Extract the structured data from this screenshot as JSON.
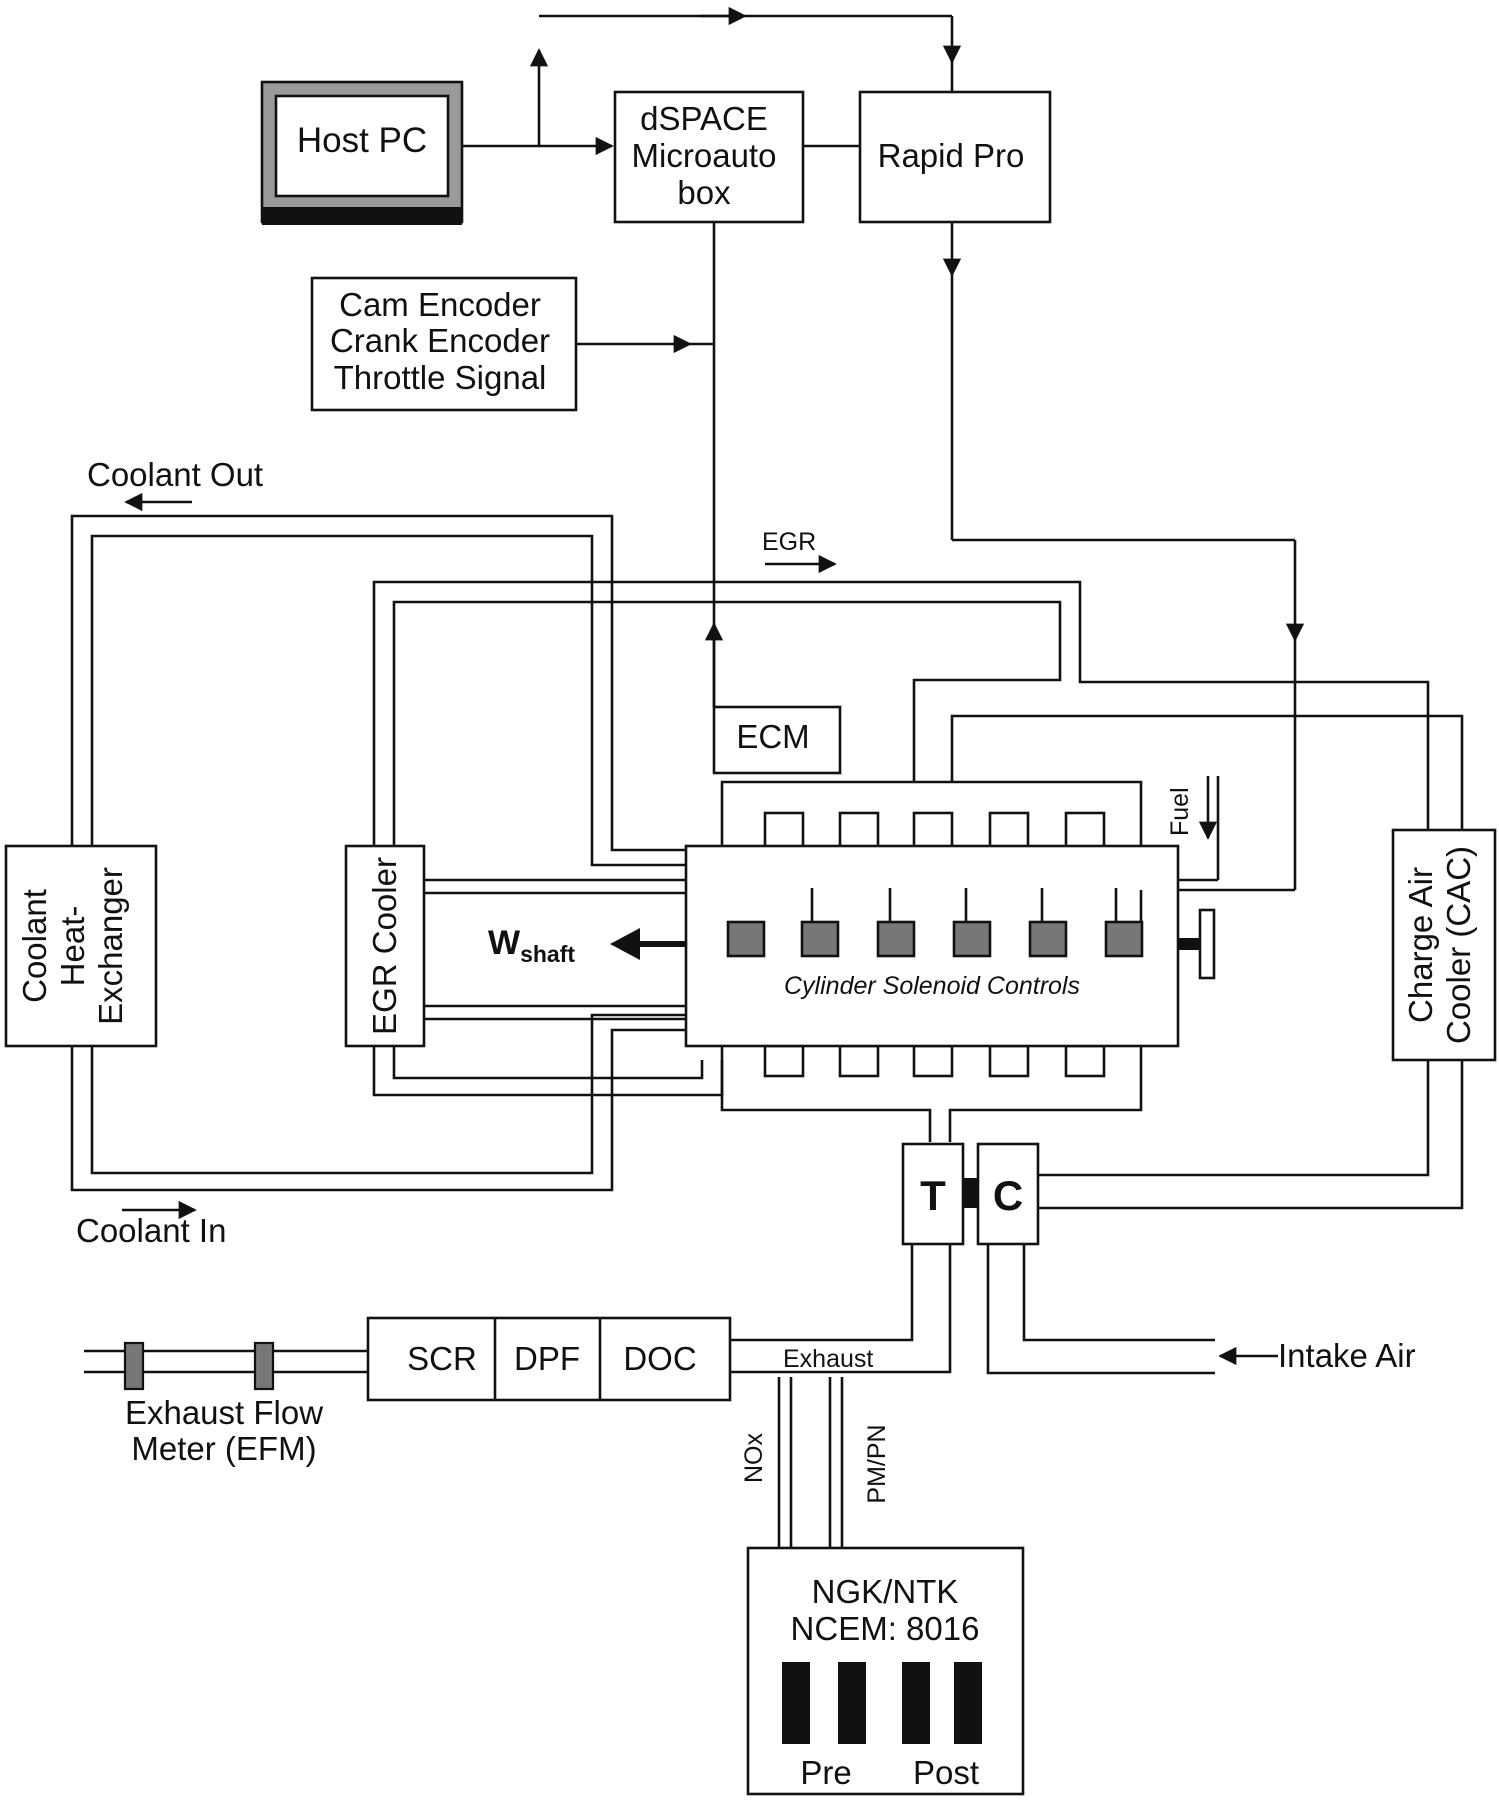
{
  "diagram": {
    "host_pc": "Host PC",
    "dspace": [
      "dSPACE",
      "Microauto",
      "box"
    ],
    "rapid_pro": "Rapid Pro",
    "encoders": [
      "Cam Encoder",
      "Crank Encoder",
      "Throttle Signal"
    ],
    "coolant_out": "Coolant Out",
    "coolant_in": "Coolant In",
    "egr": "EGR",
    "ecm": "ECM",
    "fuel": "Fuel",
    "coolant_hx": [
      "Coolant",
      "Heat-",
      "Exchanger"
    ],
    "egr_cooler": "EGR Cooler",
    "w_main": "W",
    "w_sub": "shaft",
    "cylinder_controls": "Cylinder Solenoid Controls",
    "cac": [
      "Charge Air",
      "Cooler (CAC)"
    ],
    "turbine": "T",
    "compressor": "C",
    "scr": "SCR",
    "dpf": "DPF",
    "doc": "DOC",
    "exhaust": "Exhaust",
    "intake_air": "Intake Air",
    "efm": [
      "Exhaust Flow",
      "Meter (EFM)"
    ],
    "nox": "NOx",
    "pmpn": "PM/PN",
    "ngk": [
      "NGK/NTK",
      "NCEM: 8016"
    ],
    "pre": "Pre",
    "post": "Post"
  }
}
